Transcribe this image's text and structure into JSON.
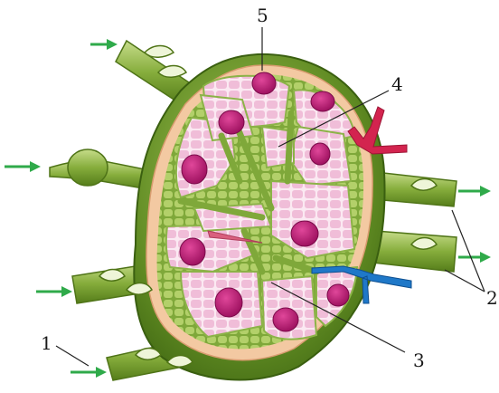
{
  "labels": {
    "afferent_vessel": "1",
    "efferent_vessels": "2",
    "medullary_cords": "3",
    "trabecula": "4",
    "follicle": "5"
  },
  "colors": {
    "capsule": "#f3c9a2",
    "node_green": "#6f9a2a",
    "cortex_green": "#a9c964",
    "follicle_pink": "#f2c6dd",
    "germinal_center": "#c0157a",
    "artery": "#d3244f",
    "vein": "#1f78c8",
    "arrow": "#2faa4a"
  }
}
